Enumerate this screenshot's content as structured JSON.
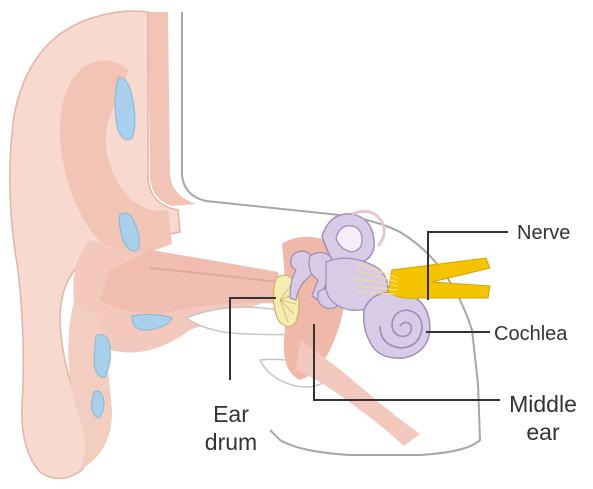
{
  "labels": {
    "nerve": "Nerve",
    "cochlea": "Cochlea",
    "middle_ear_line1": "Middle",
    "middle_ear_line2": "ear",
    "ear_drum_line1": "Ear",
    "ear_drum_line2": "drum"
  },
  "colors": {
    "skin_light": "#f7d9cf",
    "skin_mid": "#f2c4b6",
    "skin_deep": "#eaa99a",
    "canal": "#f3c9bd",
    "cartilage_blue": "#a8d0ea",
    "bone_purple": "#d8cbe6",
    "bone_outline": "#9d8bb8",
    "nerve_yellow": "#f5c400",
    "ear_drum": "#f7ecb0",
    "outline_gray": "#9a9a9a",
    "leader_line": "#333333"
  }
}
